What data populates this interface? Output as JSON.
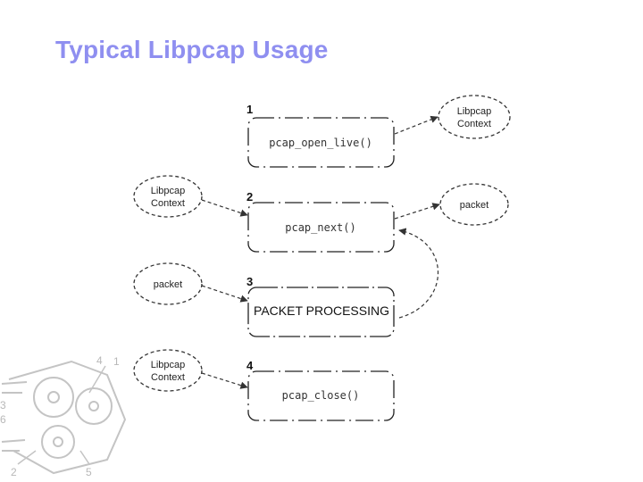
{
  "title": "Typical Libpcap Usage",
  "steps": [
    {
      "number": "1",
      "call": "pcap_open_live()"
    },
    {
      "number": "2",
      "call": "pcap_next()"
    },
    {
      "number": "3",
      "call": "PACKET PROCESSING"
    },
    {
      "number": "4",
      "call": "pcap_close()"
    }
  ],
  "clouds": {
    "right_top": [
      "Libpcap",
      "Context"
    ],
    "right_packet": [
      "packet"
    ],
    "left_context_1": [
      "Libpcap",
      "Context"
    ],
    "left_packet": [
      "packet"
    ],
    "left_context_2": [
      "Libpcap",
      "Context"
    ]
  },
  "decoration": {
    "labels": [
      "4",
      "1",
      "3",
      "6",
      "2",
      "5"
    ],
    "color": "#b8b8b8"
  }
}
